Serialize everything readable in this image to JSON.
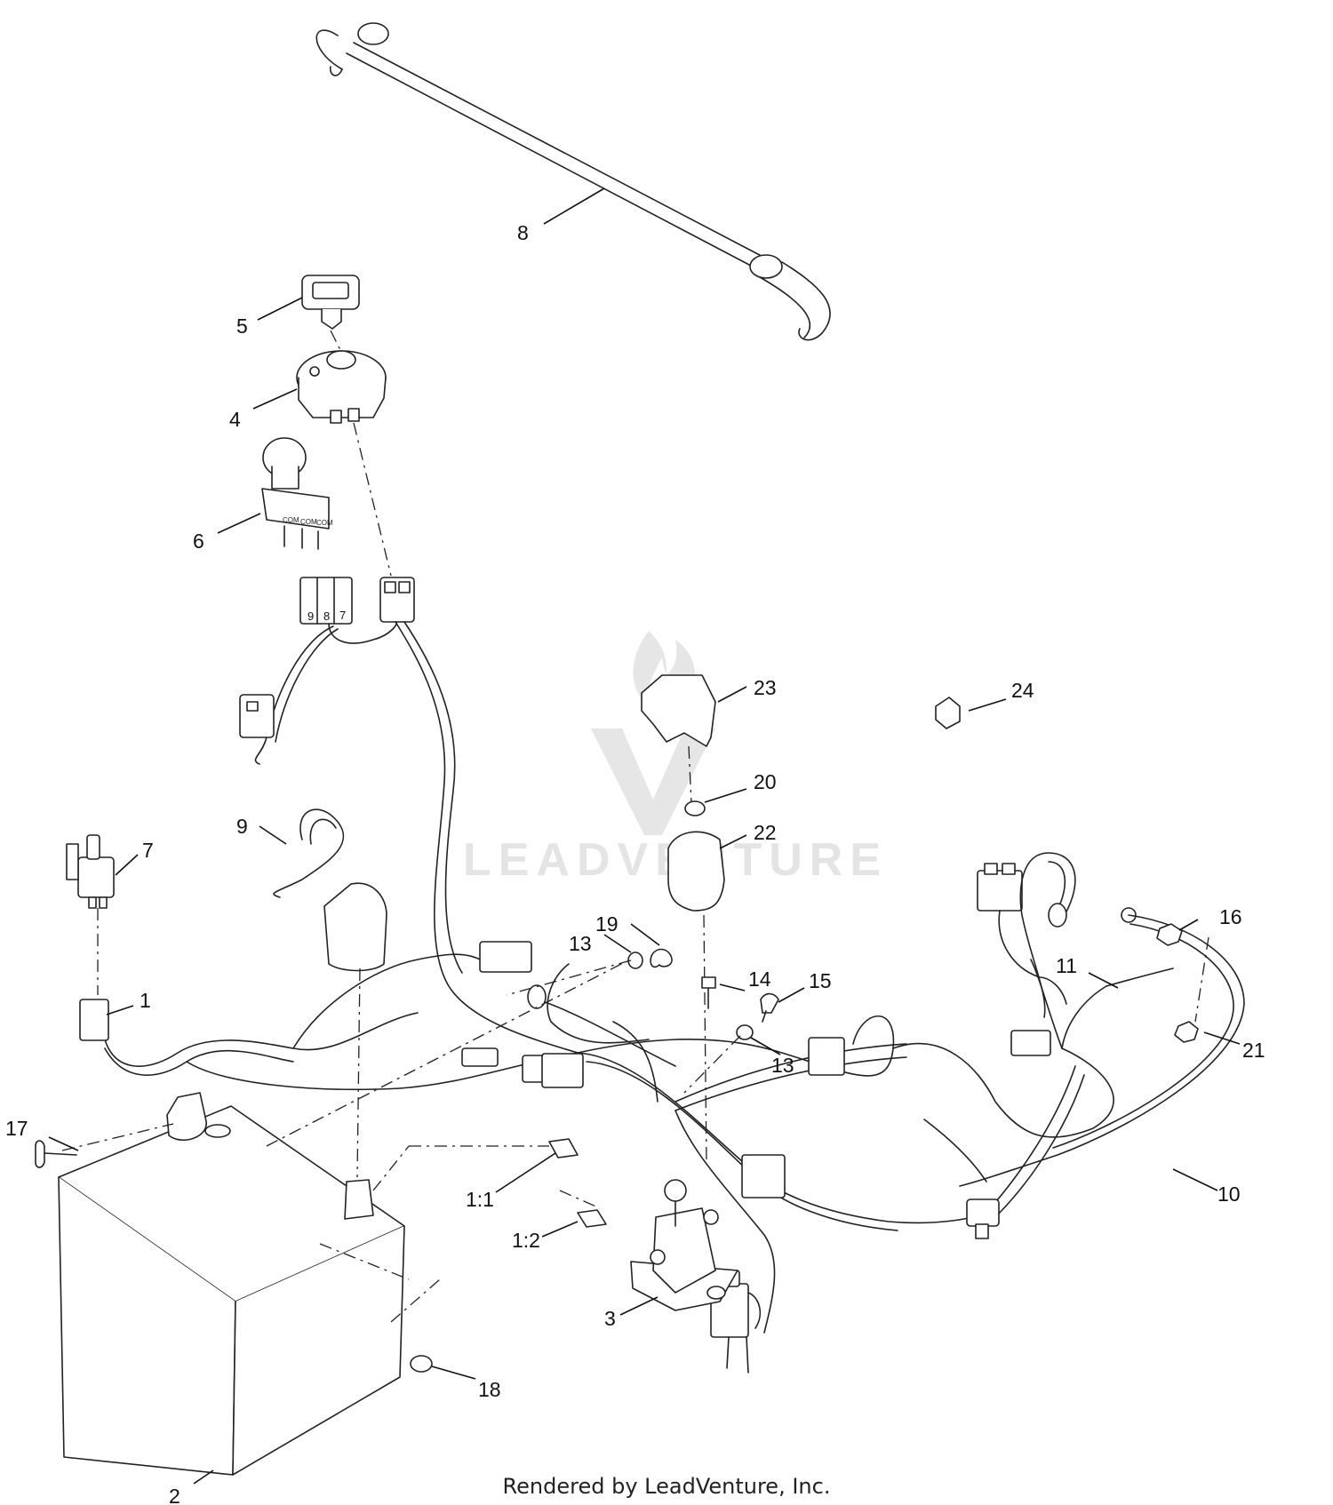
{
  "watermark": {
    "text": "LEADVENTURE"
  },
  "footer": {
    "text": "Rendered by LeadVenture, Inc."
  },
  "callouts": {
    "c1": "1",
    "c2": "2",
    "c3": "3",
    "c4": "4",
    "c5": "5",
    "c6": "6",
    "c7": "7",
    "c8": "8",
    "c9": "9",
    "c10": "10",
    "c11": "11",
    "c13a": "13",
    "c13b": "13",
    "c14": "14",
    "c15": "15",
    "c16": "16",
    "c17": "17",
    "c18": "18",
    "c19": "19",
    "c20": "20",
    "c21": "21",
    "c22": "22",
    "c23": "23",
    "c24": "24",
    "c1_1": "1:1",
    "c1_2": "1:2"
  },
  "switch_markings": {
    "com": "COM",
    "pin9": "9",
    "pin8": "8",
    "pin7": "7"
  }
}
